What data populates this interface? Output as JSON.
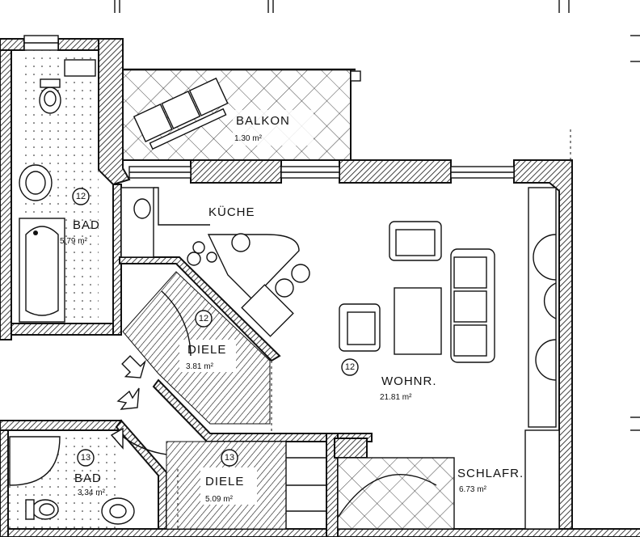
{
  "rooms": {
    "balkon": {
      "name": "BALKON",
      "area": "1.30 m²"
    },
    "kueche": {
      "name": "KÜCHE"
    },
    "bad_top": {
      "name": "BAD",
      "area": "5.79 m²",
      "badge": "12"
    },
    "diele_top": {
      "name": "DIELE",
      "area": "3.81 m²",
      "badge": "12"
    },
    "wohnr": {
      "name": "WOHNR.",
      "area": "21.81 m²",
      "badge": "12"
    },
    "bad_bottom": {
      "name": "BAD",
      "area": "3.34 m²",
      "badge": "13"
    },
    "diele_bottom": {
      "name": "DIELE",
      "area": "5.09 m²",
      "badge": "13"
    },
    "schlafr": {
      "name": "SCHLAFR.",
      "area": "6.73 m²"
    }
  },
  "colors": {
    "ink": "#111111",
    "paper": "#ffffff"
  },
  "icons": [
    "toilet-icon",
    "sink-icon",
    "bathtub-icon",
    "stove-icon",
    "armchair-icon",
    "sofa-icon",
    "direction-arrow-icon"
  ]
}
